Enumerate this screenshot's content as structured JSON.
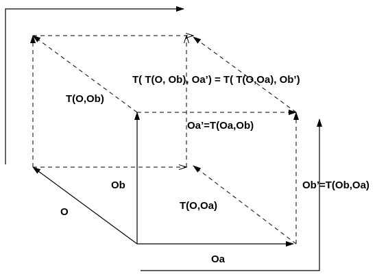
{
  "labels": {
    "big_equation": "T( T(O, Ob), Oa’) = T( T(O,Oa), Ob’)",
    "t_o_ob": "T(O,Ob)",
    "oa_prime": "Oa’=T(Oa,Ob)",
    "ob": "Ob",
    "ob_prime": "Ob’=T(Ob,Oa)",
    "o": "O",
    "t_o_oa": "T(O,Oa)",
    "oa": "Oa"
  },
  "colors": {
    "line": "#000000",
    "background": "#ffffff"
  }
}
